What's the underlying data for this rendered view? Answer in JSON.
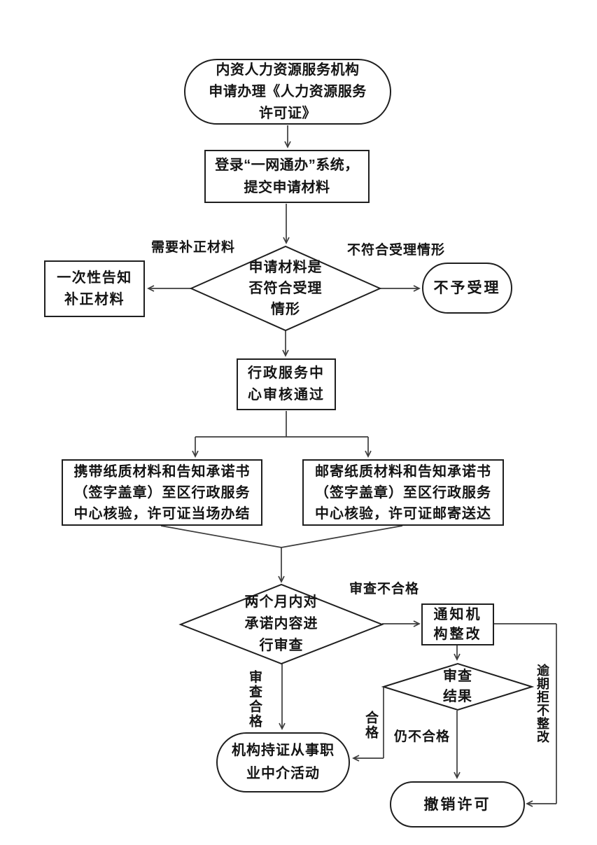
{
  "title": "内资人力资源服务机构申请办理《人力资源服务许可证》流程图",
  "colors": {
    "background": "#ffffff",
    "shape_stroke": "#1f1f1f",
    "connector_stroke": "#3c3c3c",
    "text": "#141414"
  },
  "nodes": {
    "start": {
      "shape": "stadium",
      "label": "内资人力资源服务机构\n申请办理《人力资源服务\n许可证》"
    },
    "login": {
      "shape": "rect",
      "label": "登录“一网通办”系统，\n提交申请材料"
    },
    "accept_check": {
      "shape": "diamond",
      "label": "申请材料是\n否符合受理\n情形"
    },
    "supplement_notice": {
      "shape": "rect",
      "label": "一次性告知\n补正材料"
    },
    "reject": {
      "shape": "stadium",
      "label": "不予受理"
    },
    "center_approve": {
      "shape": "rect",
      "label": "行政服务中\n心审核通过"
    },
    "onsite_submit": {
      "shape": "rect",
      "label": "携带纸质材料和告知承诺书\n（签字盖章）至区行政服务\n中心核验，许可证当场办结"
    },
    "mail_submit": {
      "shape": "rect",
      "label": "邮寄纸质材料和告知承诺书\n（签字盖章）至区行政服务\n中心核验，许可证邮寄送达"
    },
    "review_check": {
      "shape": "diamond",
      "label": "两个月内对\n承诺内容进\n行审查"
    },
    "notify_rectify": {
      "shape": "rect",
      "label": "通知机\n构整改"
    },
    "review_result": {
      "shape": "diamond",
      "label": "审查\n结果"
    },
    "licensed_operate": {
      "shape": "stadium",
      "label": "机构持证从事职\n业中介活动"
    },
    "revoke": {
      "shape": "stadium",
      "label": "撤销许可"
    }
  },
  "edge_labels": {
    "need_supplement": "需要补正材料",
    "not_acceptable": "不符合受理情形",
    "review_fail": "审查不合格",
    "review_pass": "审查合格",
    "pass": "合格",
    "still_fail": "仍不合格",
    "overdue_refuse": "逾期拒不整改"
  }
}
